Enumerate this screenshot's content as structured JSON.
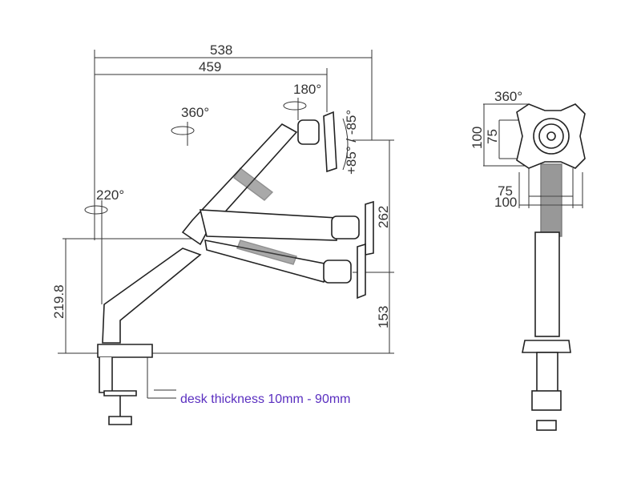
{
  "side_view": {
    "dim_overall_width": "538",
    "dim_arm_reach": "459",
    "rotation_head": "180°",
    "rotation_arm": "360°",
    "tilt": "+85° / -85°",
    "rotation_base": "220°",
    "dim_height_range": "262",
    "dim_pole_height": "219.8",
    "dim_min_height": "153",
    "desk_note": "desk thickness 10mm - 90mm"
  },
  "front_view": {
    "rotation": "360°",
    "vesa_vertical_large": "100",
    "vesa_vertical_small": "75",
    "vesa_horizontal_small": "75",
    "vesa_horizontal_large": "100"
  },
  "colors": {
    "line": "#222222",
    "note": "#5a2fc0",
    "background": "#ffffff"
  }
}
